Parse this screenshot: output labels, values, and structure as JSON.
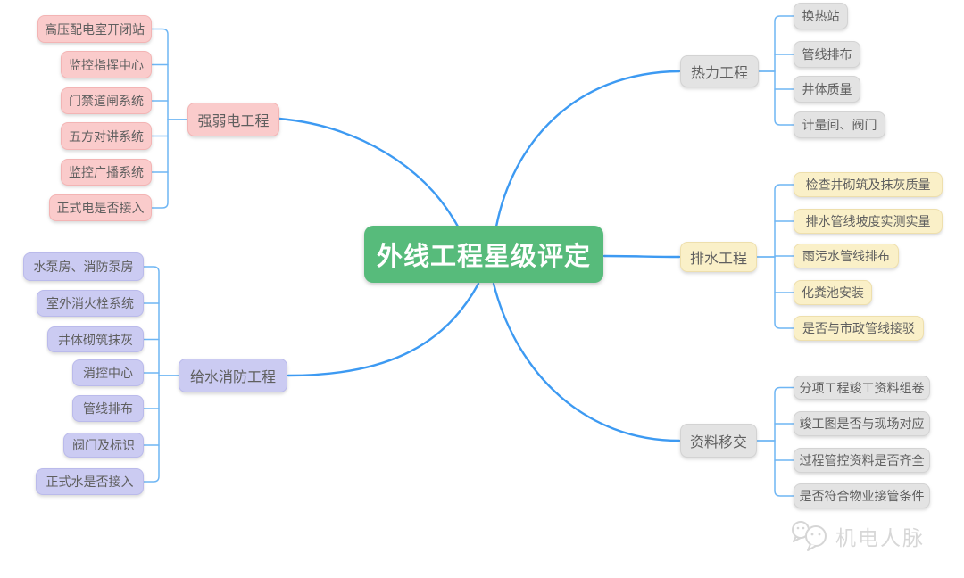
{
  "mindmap": {
    "center": {
      "label": "外线工程星级评定"
    },
    "branches": [
      {
        "id": "strong-weak-electric",
        "label": "强弱电工程",
        "theme": "pink",
        "children": [
          "高压配电室开闭站",
          "监控指挥中心",
          "门禁道闸系统",
          "五方对讲系统",
          "监控广播系统",
          "正式电是否接入"
        ]
      },
      {
        "id": "water-supply-fire",
        "label": "给水消防工程",
        "theme": "purple",
        "children": [
          "水泵房、消防泵房",
          "室外消火栓系统",
          "井体砌筑抹灰",
          "消控中心",
          "管线排布",
          "阀门及标识",
          "正式水是否接入"
        ]
      },
      {
        "id": "heating",
        "label": "热力工程",
        "theme": "gray",
        "children": [
          "换热站",
          "管线排布",
          "井体质量",
          "计量间、阀门"
        ]
      },
      {
        "id": "drainage",
        "label": "排水工程",
        "theme": "yellow",
        "children": [
          "检查井砌筑及抹灰质量",
          "排水管线坡度实测实量",
          "雨污水管线排布",
          "化粪池安装",
          "是否与市政管线接驳"
        ]
      },
      {
        "id": "data-handover",
        "label": "资料移交",
        "theme": "gray",
        "children": [
          "分项工程竣工资料组卷",
          "竣工图是否与现场对应",
          "过程管控资料是否齐全",
          "是否符合物业接管条件"
        ]
      }
    ]
  },
  "watermark": {
    "label": "机电人脉"
  },
  "colors": {
    "center_bg": "#57BB7B",
    "center_text": "#FFFFFF",
    "pink_bg": "#FACBCB",
    "pink_border": "#F3B4B4",
    "purple_bg": "#CBCBF2",
    "purple_border": "#BABAEB",
    "gray_bg": "#E3E3E3",
    "gray_border": "#D3D3D3",
    "yellow_bg": "#FAF0C8",
    "yellow_border": "#EEDFAC",
    "line_main": "#3D9AF2",
    "line_branch": "#6FB6F4",
    "node_text": "#5F5F5F"
  }
}
